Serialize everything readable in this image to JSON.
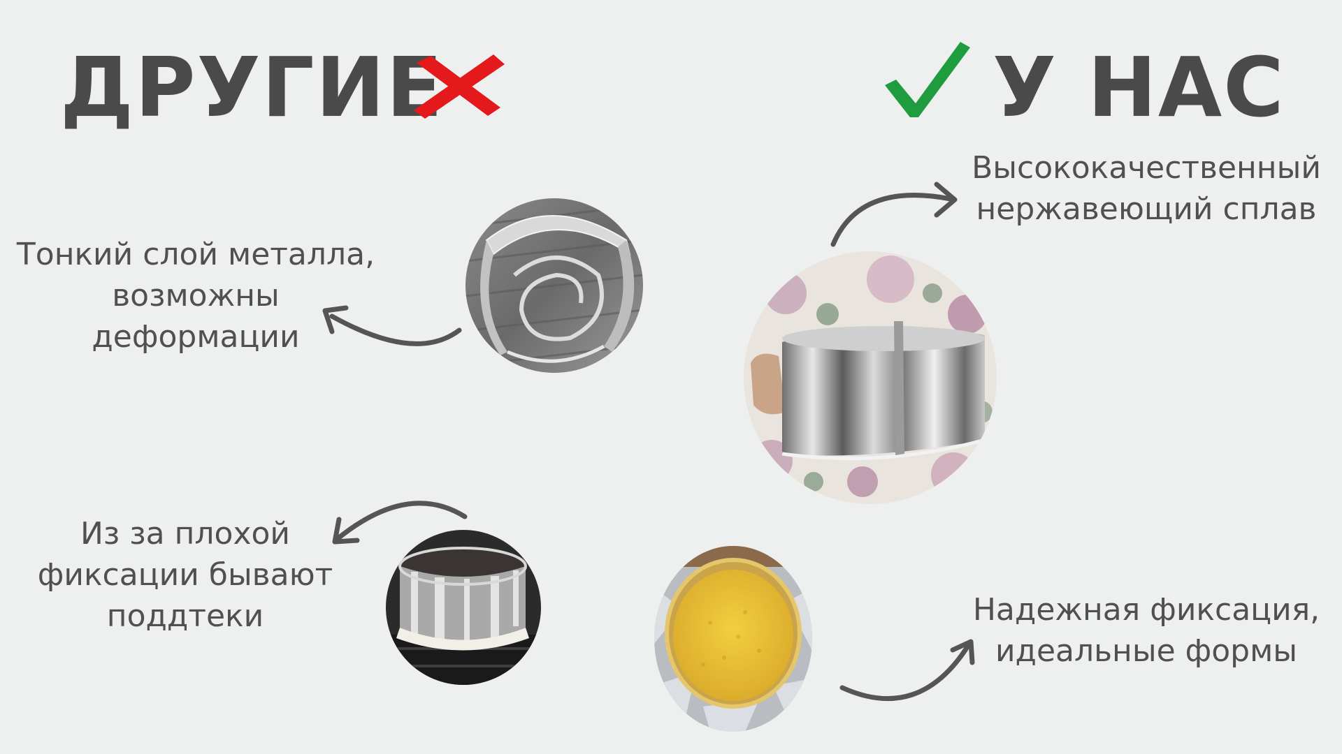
{
  "headings": {
    "others": "ДРУГИЕ",
    "ours": "У НАС"
  },
  "icons": {
    "others": "cross-icon",
    "ours": "checkmark-icon"
  },
  "colors": {
    "background": "#eef0ef",
    "text": "#4a4a4a",
    "cross": "#e3191b",
    "check": "#1f9c3d"
  },
  "captions": {
    "thin_metal": [
      "Тонкий слой металла,",
      "возможны",
      "деформации"
    ],
    "leaks": [
      "Из за плохой",
      "фиксации бывают",
      "поддтеки"
    ],
    "quality_alloy": [
      "Высококачественный",
      "нержавеющий сплав"
    ],
    "secure_fixation": [
      "Надежная фиксация,",
      "идеальные формы"
    ]
  }
}
